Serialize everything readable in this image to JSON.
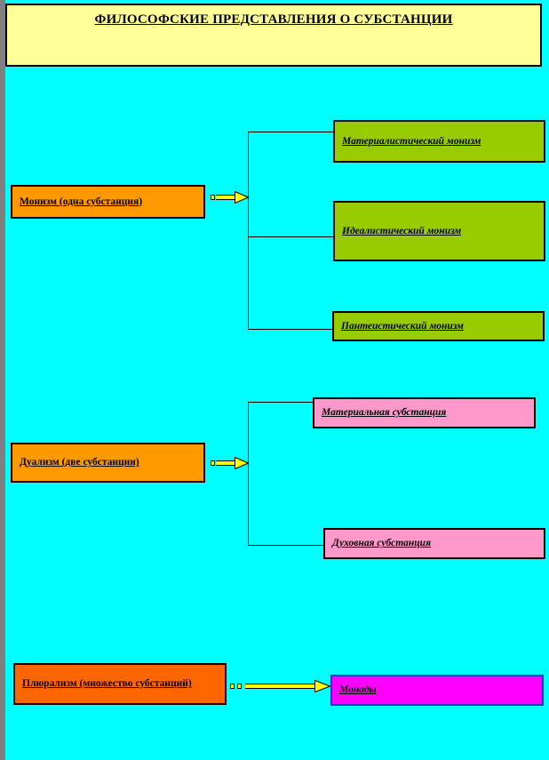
{
  "slide": {
    "title": "ФИЛОСОФСКИЕ ПРЕДСТАВЛЕНИЯ О СУБСТАНЦИИ",
    "background_color": "#00FFFF",
    "frame_color": "#808080",
    "title_banner_color": "#FFFF99"
  },
  "branches": {
    "monism": {
      "label": "Монизм (одна субстанция)",
      "color": "#FF9900",
      "children": [
        {
          "label": "Материалистический монизм",
          "color": "#99CC00"
        },
        {
          "label": "Идеалистический монизм",
          "color": "#99CC00"
        },
        {
          "label": "Пантеистический монизм",
          "color": "#99CC00"
        }
      ]
    },
    "dualism": {
      "label": "Дуализм (две субстанции)",
      "color": "#FF9900",
      "children": [
        {
          "label": "Материальная субстанция",
          "color": "#FF99CC"
        },
        {
          "label": "Духовная субстанция",
          "color": "#FF99CC"
        }
      ]
    },
    "pluralism": {
      "label": "Плюрализм (множество субстанций)",
      "color": "#FF6600",
      "children": [
        {
          "label": "Монады",
          "color": "#FF00FF"
        }
      ]
    }
  },
  "connectors": {
    "arrow_color": "#FFFF00",
    "line_color": "#000000",
    "arrow_icon": "right-arrow-icon"
  }
}
